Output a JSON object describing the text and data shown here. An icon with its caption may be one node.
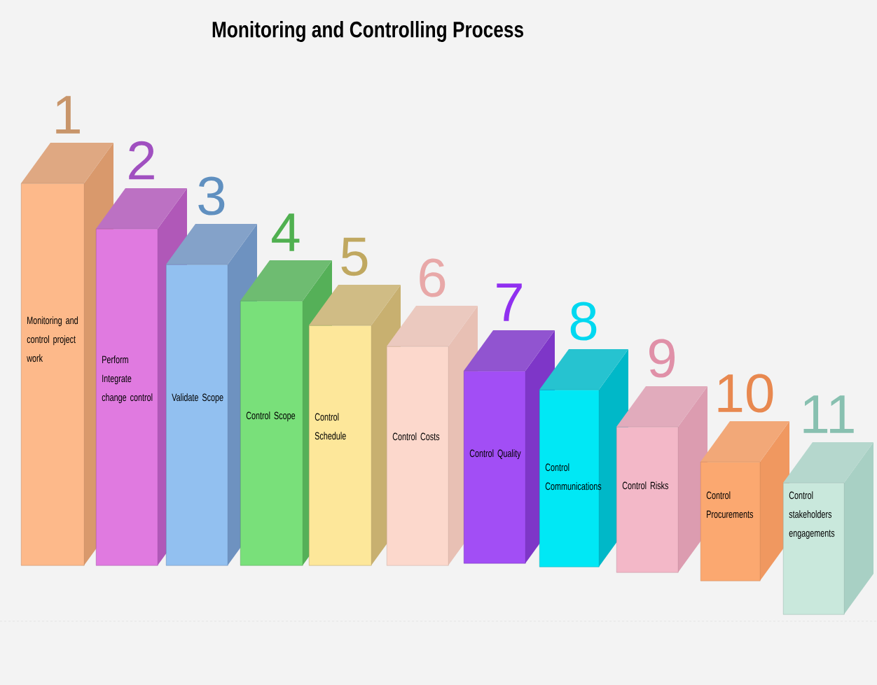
{
  "diagram": {
    "title": "Monitoring and Controlling Process",
    "nodes": [
      {
        "text": [
          "1",
          "Monitoring and control project work"
        ]
      },
      {
        "text": [
          "2",
          "Perform Integrate change control"
        ]
      },
      {
        "text": [
          "3",
          "Validate Scope"
        ]
      },
      {
        "text": [
          "4",
          "Control Scope"
        ]
      },
      {
        "text": [
          "5",
          "Control Schedule"
        ]
      },
      {
        "text": [
          "6",
          "Control Costs"
        ]
      },
      {
        "text": [
          "7",
          "Control Quality"
        ]
      },
      {
        "text": [
          "8",
          "Control Communications"
        ]
      },
      {
        "text": [
          "9",
          "Control Risks"
        ]
      },
      {
        "text": [
          "10",
          "Control Procurements"
        ]
      },
      {
        "text": [
          "11",
          "Control stakeholders engagements"
        ]
      }
    ]
  }
}
